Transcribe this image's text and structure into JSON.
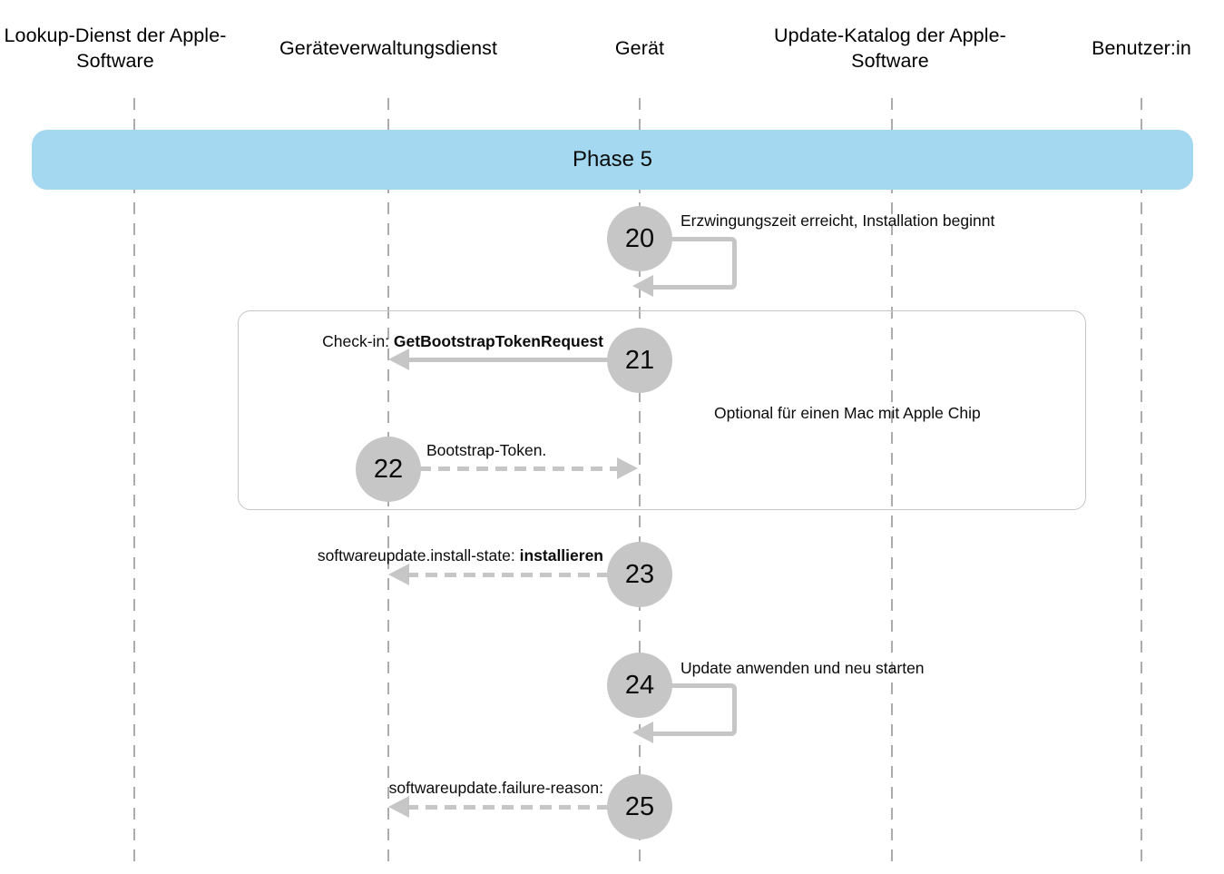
{
  "phase": {
    "label": "Phase 5"
  },
  "actors": [
    {
      "label": "Lookup-Dienst der Apple-Software"
    },
    {
      "label": "Geräteverwaltungsdienst"
    },
    {
      "label": "Gerät"
    },
    {
      "label": "Update-Katalog der Apple-Software"
    },
    {
      "label": "Benutzer:in"
    }
  ],
  "optional_group": {
    "note": "Optional für einen Mac mit Apple Chip"
  },
  "steps": [
    {
      "number": "20",
      "label": "Erzwingungszeit erreicht, Installation beginnt",
      "kind": "self-message",
      "from": "Gerät",
      "to": "Gerät",
      "arrow": "solid"
    },
    {
      "number": "21",
      "label_prefix": "Check-in: ",
      "label_bold": "GetBootstrapTokenRequest",
      "kind": "message",
      "from": "Gerät",
      "to": "Geräteverwaltungsdienst",
      "arrow": "solid",
      "direction": "left"
    },
    {
      "number": "22",
      "label": "Bootstrap-Token.",
      "kind": "message",
      "from": "Geräteverwaltungsdienst",
      "to": "Gerät",
      "arrow": "dashed",
      "direction": "right"
    },
    {
      "number": "23",
      "label_prefix": "softwareupdate.install-state: ",
      "label_bold": "installieren",
      "kind": "message",
      "from": "Gerät",
      "to": "Geräteverwaltungsdienst",
      "arrow": "dashed",
      "direction": "left"
    },
    {
      "number": "24",
      "label": "Update anwenden und neu starten",
      "kind": "self-message",
      "from": "Gerät",
      "to": "Gerät",
      "arrow": "solid"
    },
    {
      "number": "25",
      "label": "softwareupdate.failure-reason:",
      "kind": "message",
      "from": "Gerät",
      "to": "Geräteverwaltungsdienst",
      "arrow": "dashed",
      "direction": "left"
    }
  ],
  "colors": {
    "phase_banner_bg": "#a3d8f0",
    "circle_fill": "#c6c6c6",
    "arrow": "#c6c6c6",
    "lifeline": "#acacac",
    "optional_box_border": "#c5c5c5",
    "text": "#0b0b0b"
  }
}
